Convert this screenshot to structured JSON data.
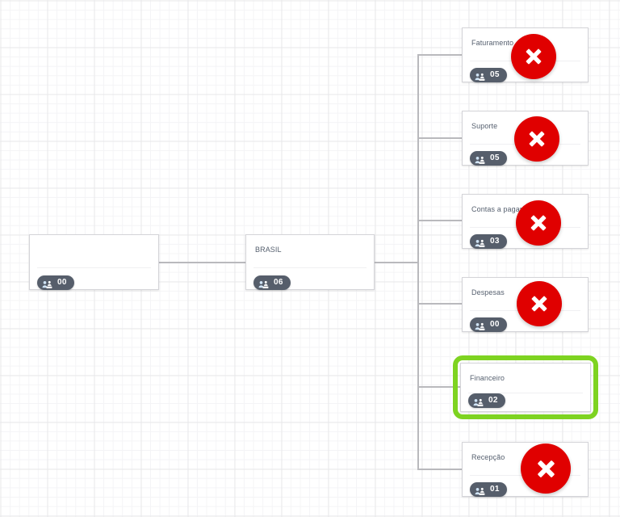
{
  "canvas": {
    "background": "#ffffff",
    "grid_minor_color": "#f4f4f6",
    "grid_major_color": "#e8e8ea",
    "connector_color": "#b9b9bd"
  },
  "theme": {
    "card_border": "#d4d4d8",
    "title_color": "#555f6e",
    "badge_background": "#565e6b",
    "badge_text": "#ffffff",
    "selection_green": "#7ed321",
    "error_red": "#e00000"
  },
  "icons": {
    "badge_icon": "users-group-icon",
    "status_icon": "red-x-circle-icon"
  },
  "nodes": [
    {
      "id": "root-empty",
      "title": "",
      "count": "00",
      "selected": false,
      "blocked": false
    },
    {
      "id": "brasil",
      "title": "BRASIL",
      "count": "06",
      "selected": false,
      "blocked": false
    },
    {
      "id": "faturamento",
      "title": "Faturamento",
      "count": "05",
      "selected": false,
      "blocked": true
    },
    {
      "id": "suporte",
      "title": "Suporte",
      "count": "05",
      "selected": false,
      "blocked": true
    },
    {
      "id": "contas-a-pagar",
      "title": "Contas a pagar",
      "count": "03",
      "selected": false,
      "blocked": true
    },
    {
      "id": "despesas",
      "title": "Despesas",
      "count": "00",
      "selected": false,
      "blocked": true
    },
    {
      "id": "financeiro",
      "title": "Financeiro",
      "count": "02",
      "selected": true,
      "blocked": false
    },
    {
      "id": "recepcao",
      "title": "Recepção",
      "count": "01",
      "selected": false,
      "blocked": true
    }
  ]
}
